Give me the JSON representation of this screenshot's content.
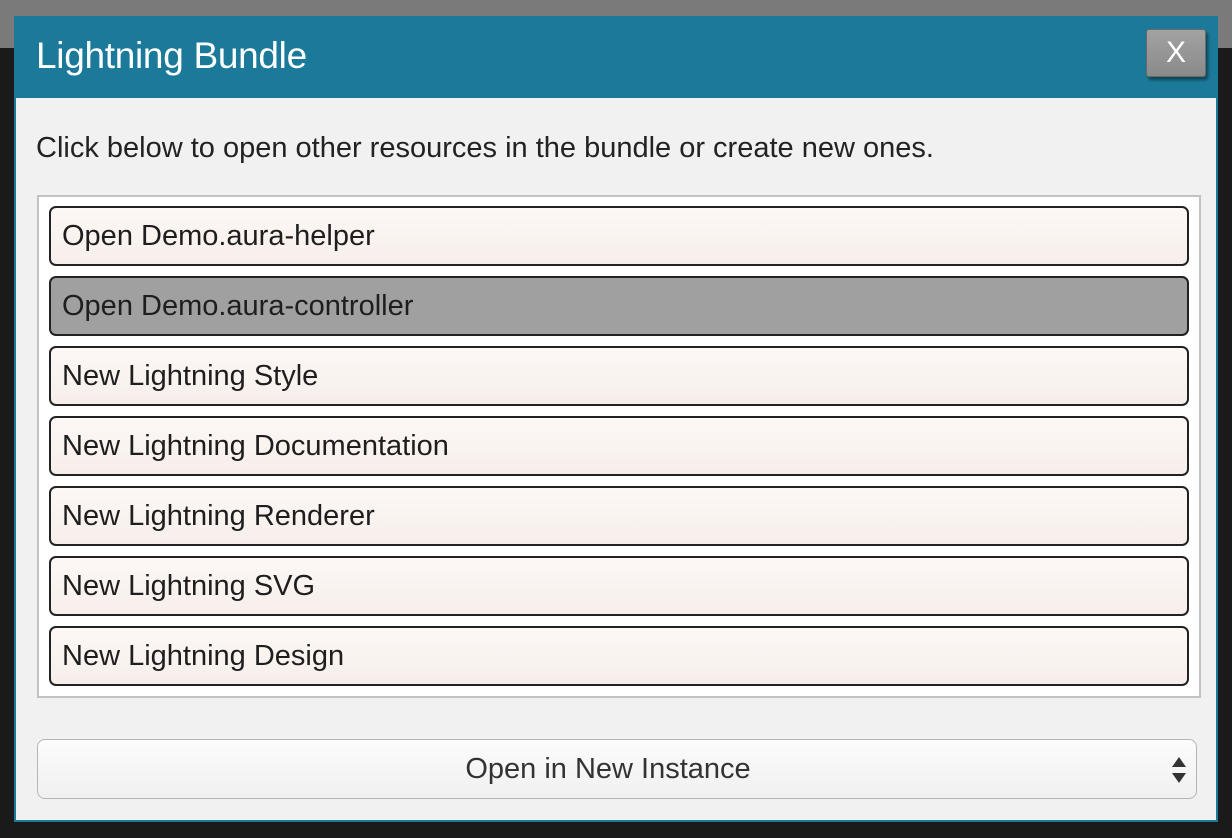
{
  "dialog": {
    "title": "Lightning Bundle",
    "close_label": "X",
    "instructions": "Click below to open other resources in the bundle or create new ones."
  },
  "resources": {
    "items": [
      {
        "label": "Open Demo.aura-helper",
        "selected": false
      },
      {
        "label": "Open Demo.aura-controller",
        "selected": true
      },
      {
        "label": "New Lightning Style",
        "selected": false
      },
      {
        "label": "New Lightning Documentation",
        "selected": false
      },
      {
        "label": "New Lightning Renderer",
        "selected": false
      },
      {
        "label": "New Lightning SVG",
        "selected": false
      },
      {
        "label": "New Lightning Design",
        "selected": false
      }
    ]
  },
  "open_mode": {
    "selected": "Open in New Instance"
  },
  "colors": {
    "header": "#1b7a9a",
    "selected_item": "#a0a0a0"
  }
}
